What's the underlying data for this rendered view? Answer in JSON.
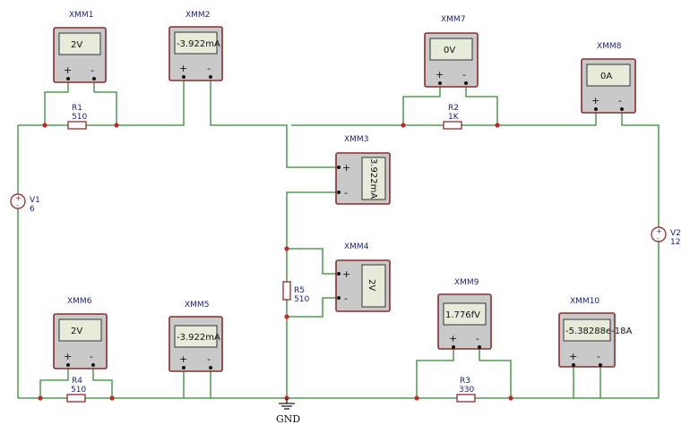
{
  "meters": {
    "xmm1": {
      "name": "XMM1",
      "reading": "2V"
    },
    "xmm2": {
      "name": "XMM2",
      "reading": "-3.922mA"
    },
    "xmm3": {
      "name": "XMM3",
      "reading": "3.922mA"
    },
    "xmm4": {
      "name": "XMM4",
      "reading": "2V"
    },
    "xmm5": {
      "name": "XMM5",
      "reading": "-3.922mA"
    },
    "xmm6": {
      "name": "XMM6",
      "reading": "2V"
    },
    "xmm7": {
      "name": "XMM7",
      "reading": "0V"
    },
    "xmm8": {
      "name": "XMM8",
      "reading": "0A"
    },
    "xmm9": {
      "name": "XMM9",
      "reading": "1.776fV"
    },
    "xmm10": {
      "name": "XMM10",
      "reading": "-5.38288e-18A"
    }
  },
  "resistors": {
    "r1": {
      "name": "R1",
      "value": "510"
    },
    "r2": {
      "name": "R2",
      "value": "1K"
    },
    "r3": {
      "name": "R3",
      "value": "330"
    },
    "r4": {
      "name": "R4",
      "value": "510"
    },
    "r5": {
      "name": "R5",
      "value": "510"
    }
  },
  "sources": {
    "v1": {
      "name": "V1",
      "value": "6"
    },
    "v2": {
      "name": "V2",
      "value": "12"
    }
  },
  "ground": {
    "label": "GND"
  },
  "terminal_signs": {
    "plus": "+",
    "minus": "-"
  },
  "colors": {
    "wire": "#2e8b2e",
    "junction": "#c62828",
    "meter_border": "#8b2a2a",
    "meter_display": "#e6ecd9",
    "label": "#1a237e"
  }
}
